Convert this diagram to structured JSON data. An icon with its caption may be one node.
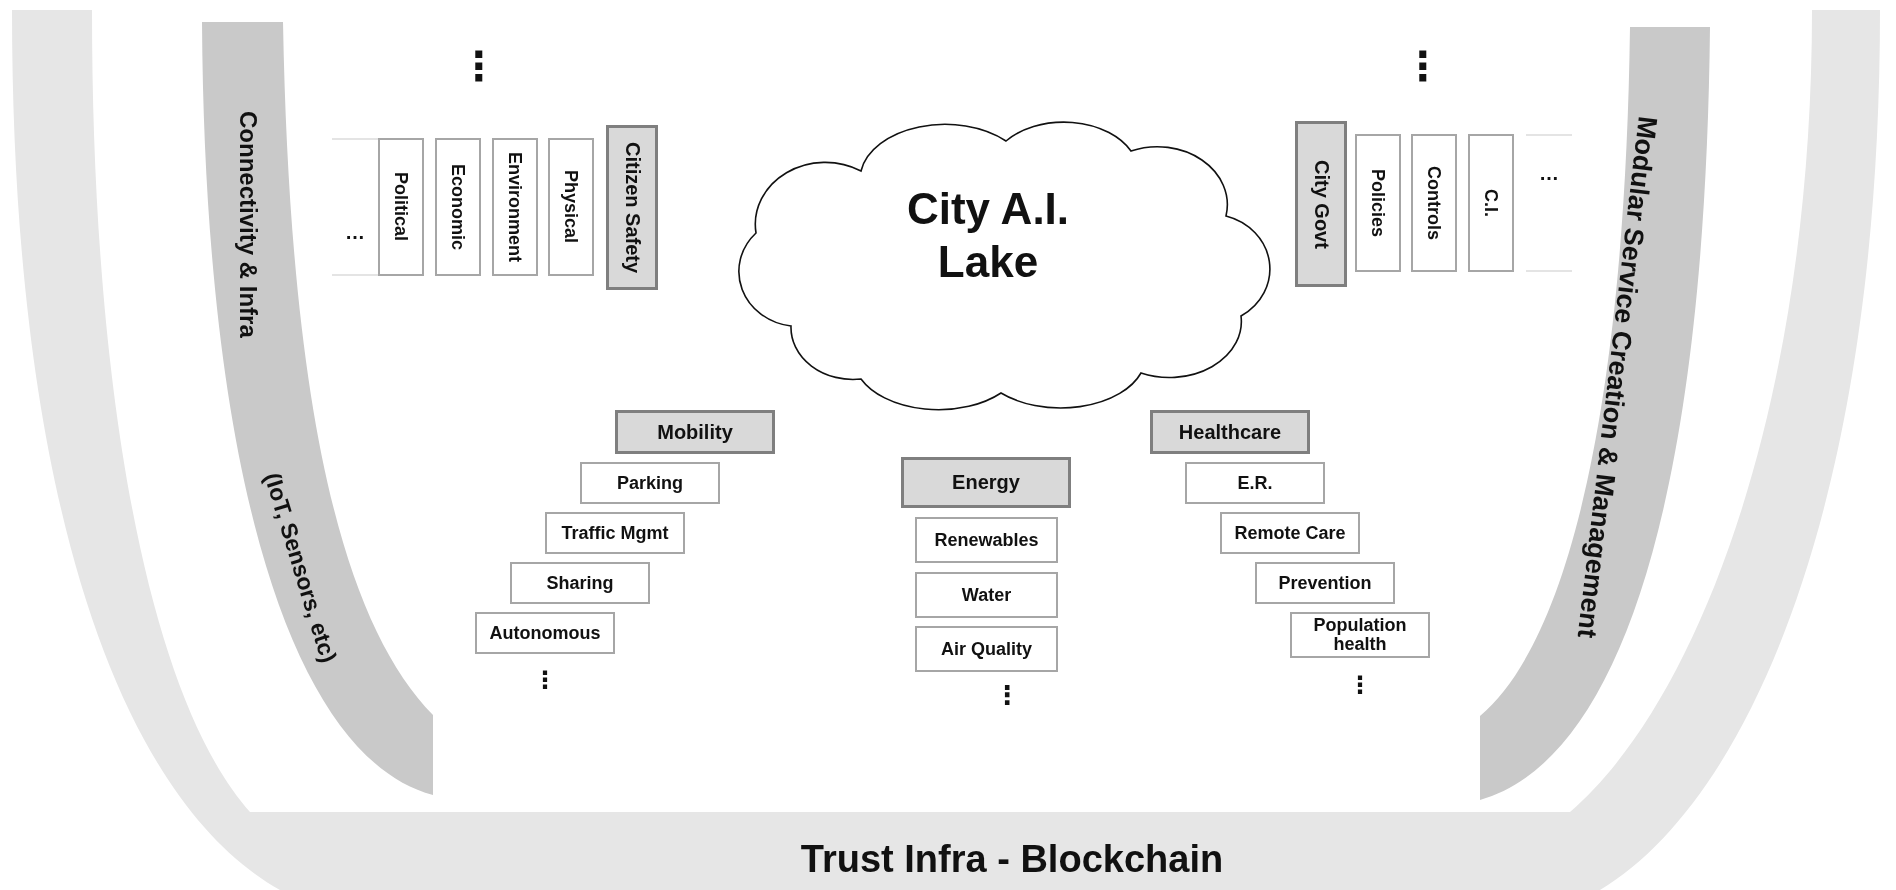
{
  "diagram": {
    "nodes": [
      {
        "text": [
          "Trust Infra - Blockchain"
        ]
      },
      {
        "text": [
          "Connectivity & Infra",
          "(IoT, Sensors, etc)"
        ]
      },
      {
        "text": [
          "Modular Service Creation & Management"
        ]
      },
      {
        "text": [
          "City A.I. Lake"
        ]
      },
      {
        "text": [
          "…"
        ]
      },
      {
        "text": [
          "Political"
        ]
      },
      {
        "text": [
          "Economic"
        ]
      },
      {
        "text": [
          "Environment"
        ]
      },
      {
        "text": [
          "Physical"
        ]
      },
      {
        "text": [
          "Citizen Safety"
        ]
      },
      {
        "text": [
          "City Govt"
        ]
      },
      {
        "text": [
          "Policies"
        ]
      },
      {
        "text": [
          "Controls"
        ]
      },
      {
        "text": [
          "C.I."
        ]
      },
      {
        "text": [
          "…"
        ]
      },
      {
        "text": [
          "Mobility"
        ]
      },
      {
        "text": [
          "Parking"
        ]
      },
      {
        "text": [
          "Traffic Mgmt"
        ]
      },
      {
        "text": [
          "Sharing"
        ]
      },
      {
        "text": [
          "Autonomous"
        ]
      },
      {
        "text": [
          "Energy"
        ]
      },
      {
        "text": [
          "Renewables"
        ]
      },
      {
        "text": [
          "Water"
        ]
      },
      {
        "text": [
          "Air Quality"
        ]
      },
      {
        "text": [
          "Healthcare"
        ]
      },
      {
        "text": [
          "E.R."
        ]
      },
      {
        "text": [
          "Remote Care"
        ]
      },
      {
        "text": [
          "Prevention"
        ]
      },
      {
        "text": [
          "Population health"
        ]
      }
    ],
    "labels": [
      "⋮",
      "⋮",
      "⋮",
      "⋮",
      "⋮"
    ]
  }
}
